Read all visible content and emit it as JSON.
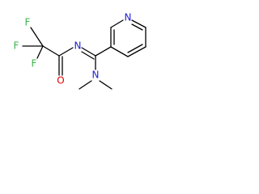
{
  "molecule": {
    "atom_labels": {
      "f1": "F",
      "f2": "F",
      "f3": "F",
      "o": "O",
      "n_imine": "N",
      "n_amine": "N",
      "n_ring": "N"
    },
    "colors": {
      "bond": "#000000",
      "fluorine": "#3cb44b",
      "oxygen": "#e00000",
      "nitrogen": "#2020d0"
    }
  }
}
